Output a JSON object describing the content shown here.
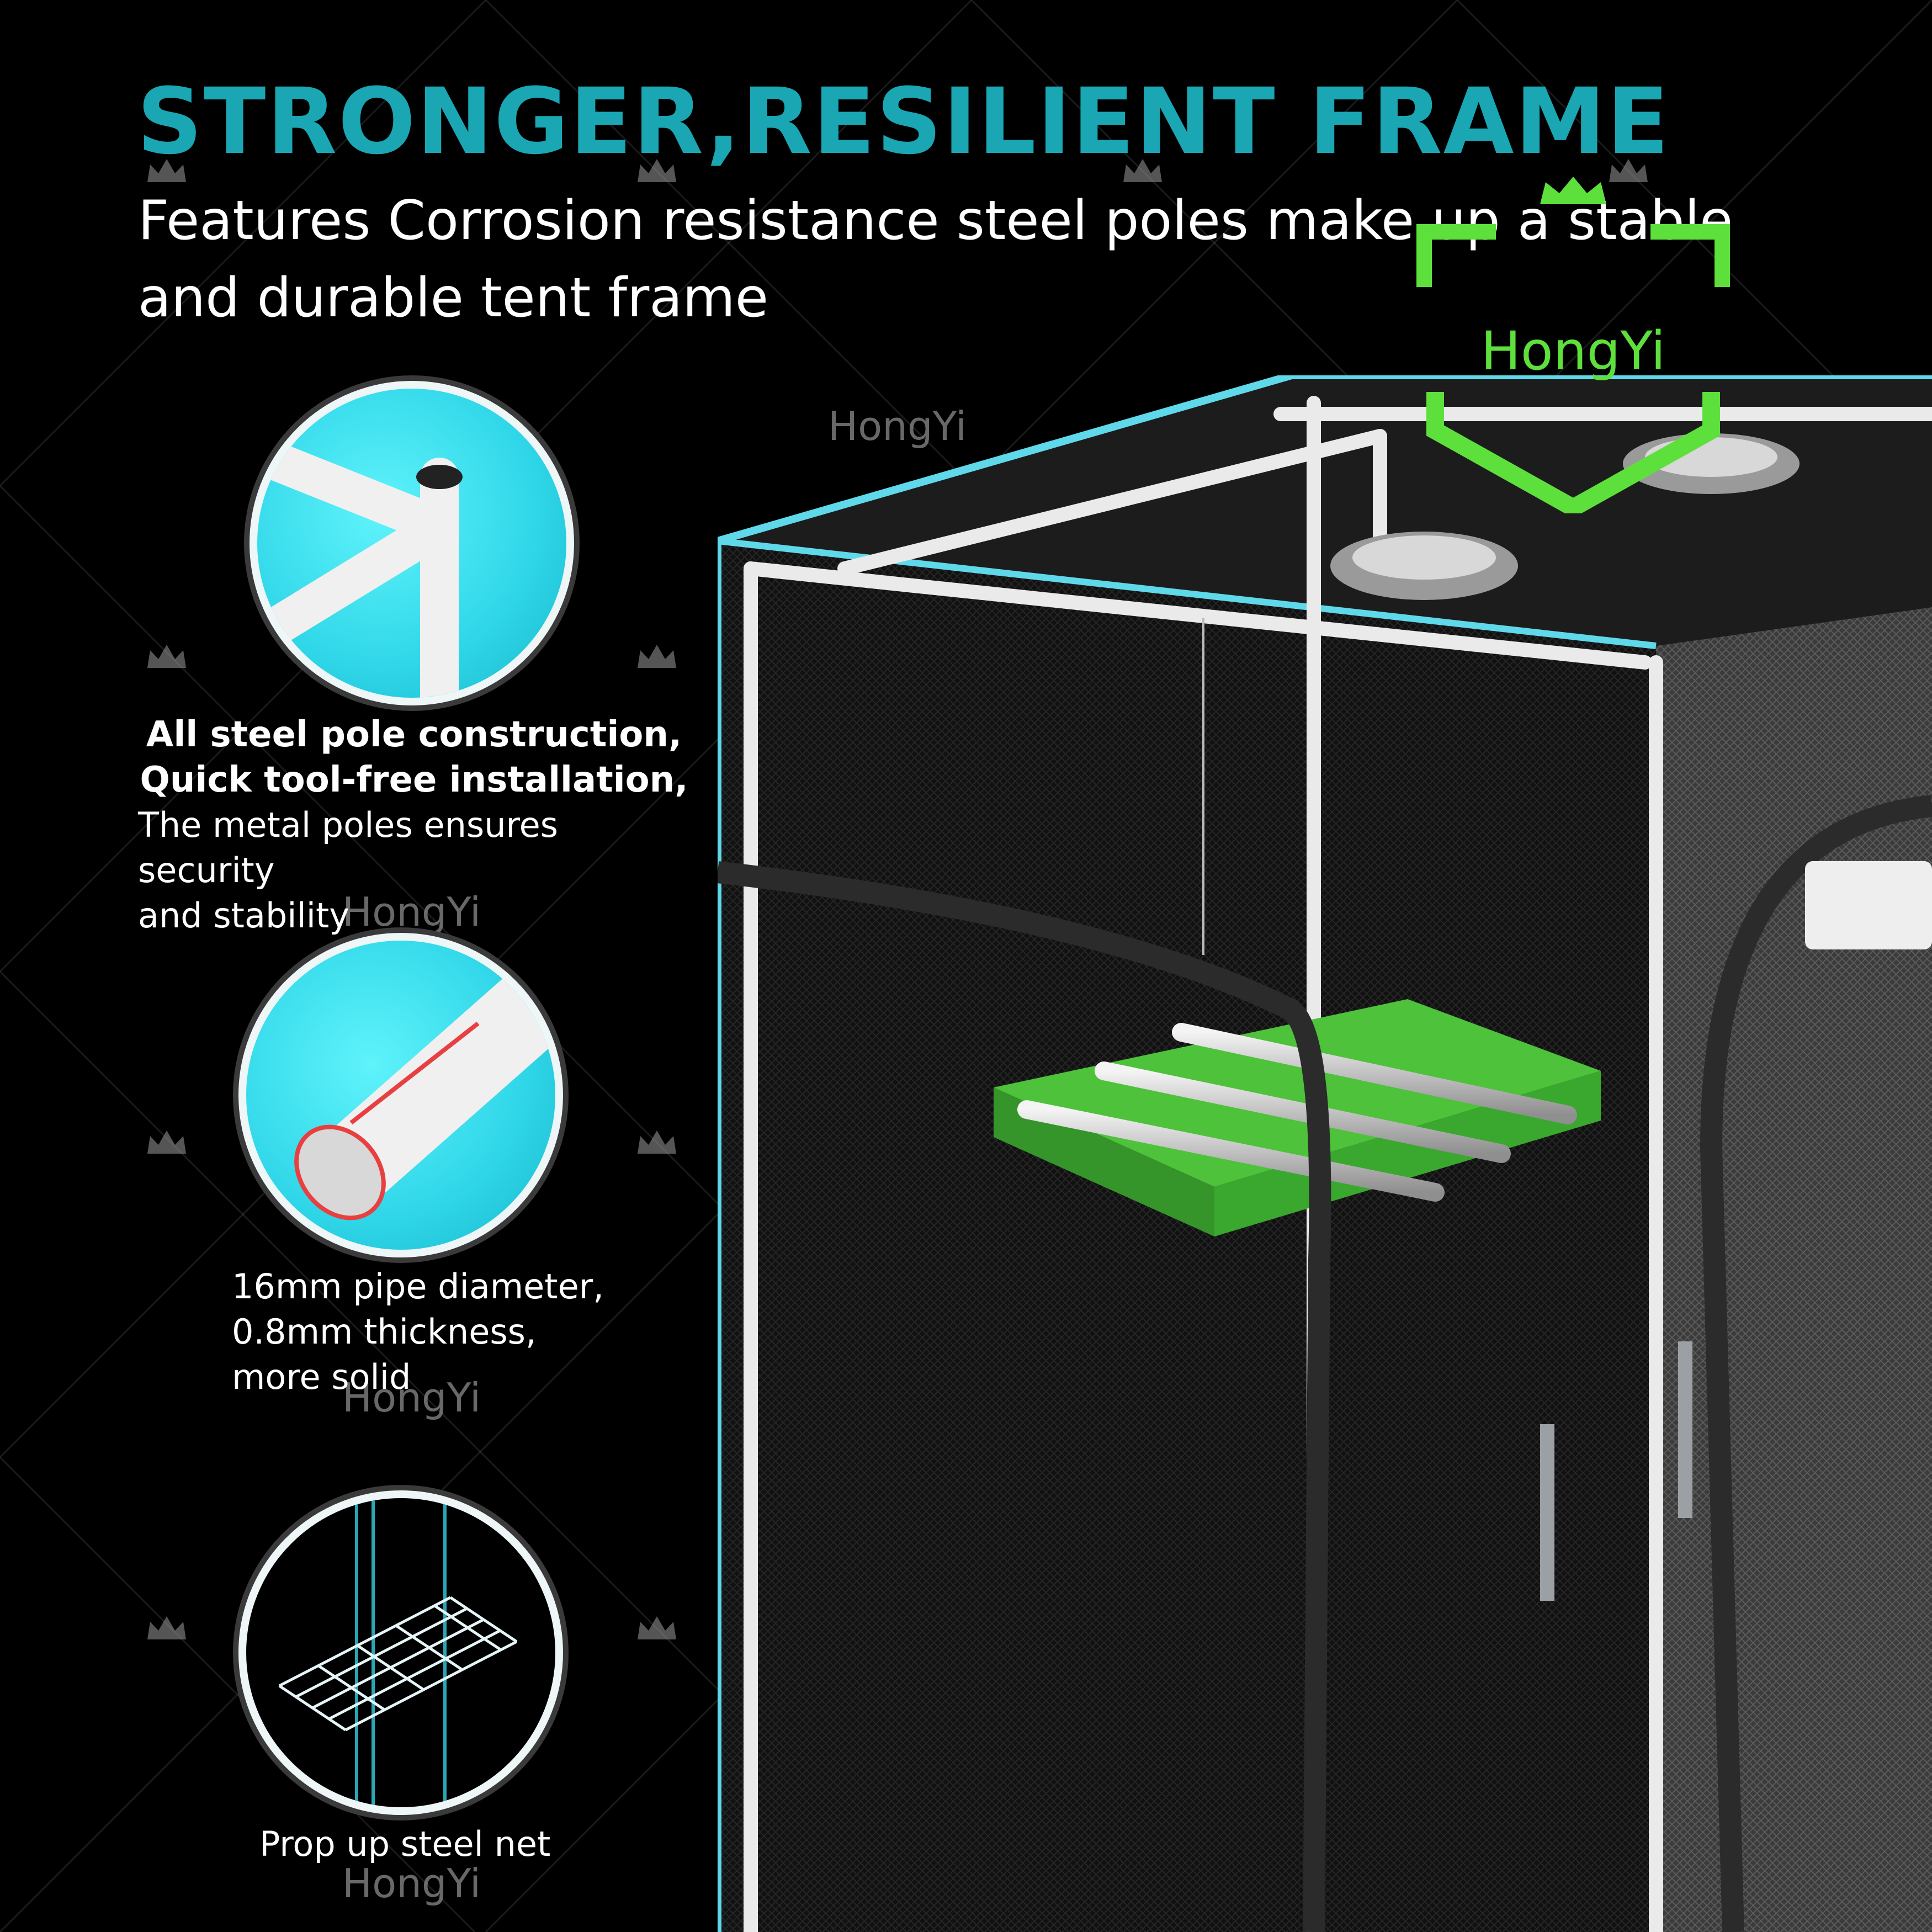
{
  "headline": "STRONGER,RESILIENT FRAME",
  "subheadline": "Features Corrosion resistance steel poles make up a stable and durable tent frame",
  "features": [
    {
      "title": "All steel pole construction,",
      "title2": "Quick tool-free installation,",
      "body": "The metal poles ensures security",
      "body2": "and stability"
    },
    {
      "body": "16mm pipe diameter,",
      "body2": "0.8mm thickness,",
      "body3": "more solid"
    },
    {
      "body": "Prop up steel net"
    }
  ],
  "brand": {
    "name": "HongYi"
  },
  "colors": {
    "headline": "#1aa6b3",
    "logo_green": "#5ee03c",
    "accent_cyan": "#35d8ea",
    "background": "#000000"
  }
}
